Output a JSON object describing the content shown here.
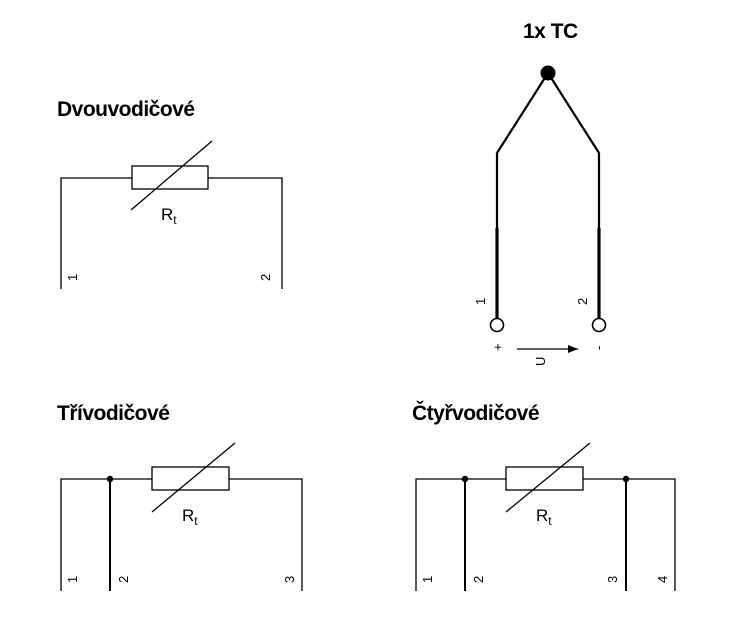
{
  "two_wire": {
    "title": "Dvouvodičové",
    "resistor": "R",
    "resistor_sub": "t",
    "terminals": [
      "1",
      "2"
    ]
  },
  "thermocouple": {
    "title": "1x TC",
    "terminals": [
      "1",
      "2"
    ],
    "plus": "+",
    "minus": "-",
    "voltage": "U"
  },
  "three_wire": {
    "title": "Třívodičové",
    "resistor": "R",
    "resistor_sub": "t",
    "terminals": [
      "1",
      "2",
      "3"
    ]
  },
  "four_wire": {
    "title": "Čtyřvodičové",
    "resistor": "R",
    "resistor_sub": "t",
    "terminals": [
      "1",
      "2",
      "3",
      "4"
    ]
  }
}
